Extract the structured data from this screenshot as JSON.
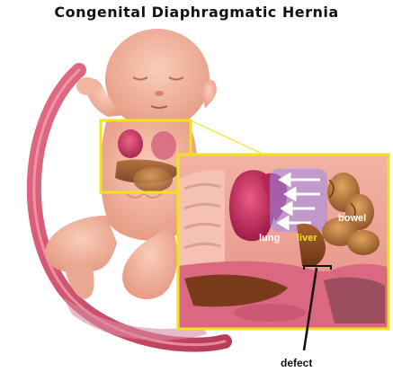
{
  "title": "Congenital Diaphragmatic Hernia",
  "labels": {
    "lung": "lung",
    "liver": "liver",
    "bowel": "bowel",
    "defect": "defect"
  },
  "colors": {
    "highlight_box": "#f2e21a",
    "umbilical": "#d9546e",
    "skin": "#f1b5a0",
    "lung": "#c8245a",
    "liver": "#8a4a1f",
    "bowel": "#b87a3a",
    "arrow_field": "#9a8cf0"
  }
}
